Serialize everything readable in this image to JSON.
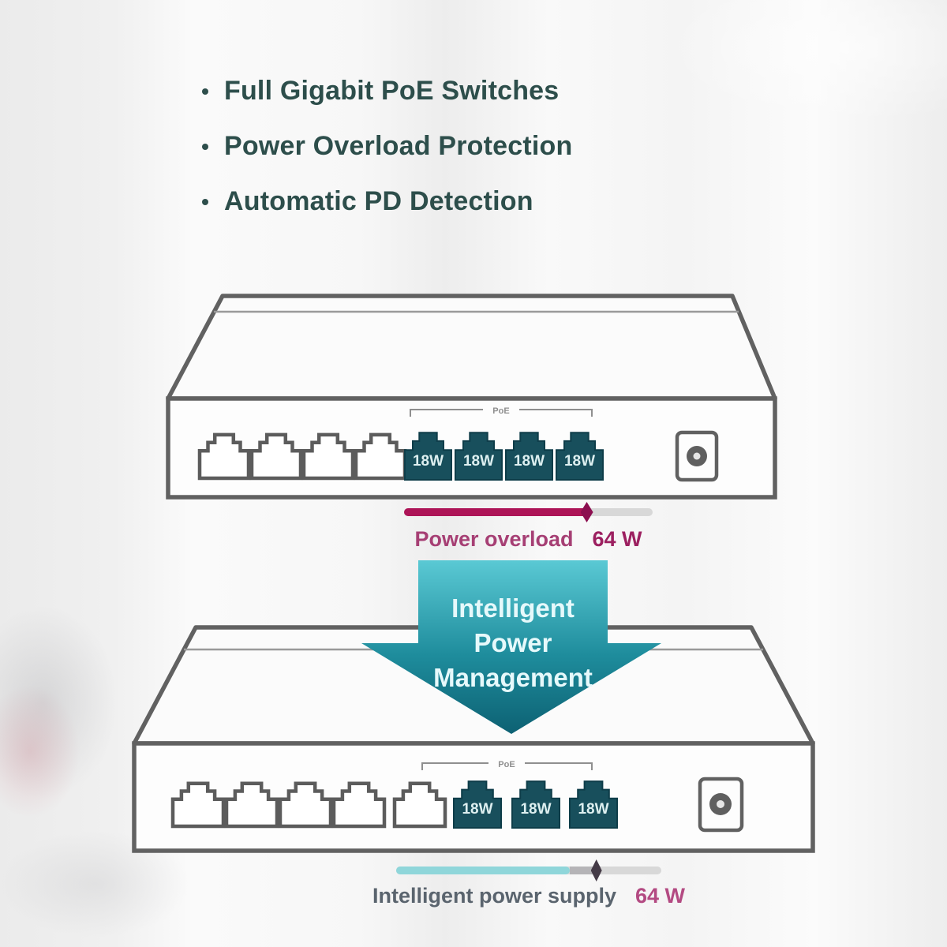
{
  "features": [
    "Full Gigabit PoE Switches",
    "Power Overload Protection",
    "Automatic PD Detection"
  ],
  "top_switch": {
    "open_port_count": 4,
    "poe_group_label": "PoE",
    "poe_ports": [
      "18W",
      "18W",
      "18W",
      "18W"
    ]
  },
  "overload_bar": {
    "label": "Power overload",
    "value": "64 W",
    "fill_percent": 73.5,
    "marker_percent": 73.5
  },
  "arrow": {
    "line1": "Intelligent",
    "line2": "Power",
    "line3": "Management"
  },
  "bottom_switch": {
    "open_port_count": 5,
    "poe_group_label": "PoE",
    "poe_ports": [
      "18W",
      "18W",
      "18W"
    ]
  },
  "supply_bar": {
    "label": "Intelligent power supply",
    "value": "64 W",
    "teal_percent": 65.5,
    "gray_percent": 77,
    "marker_percent": 75.5
  },
  "colors": {
    "feature_text": "#2d4e4b",
    "poe_port_fill": "#184f5c",
    "port_label_text": "#ddeff0",
    "chassis_stroke": "#616161",
    "arrow_gradient_top": "#5ac9d4",
    "arrow_gradient_bottom": "#0d6173",
    "overload_magenta": "#ad1457",
    "supply_teal": "#8fd6da"
  }
}
